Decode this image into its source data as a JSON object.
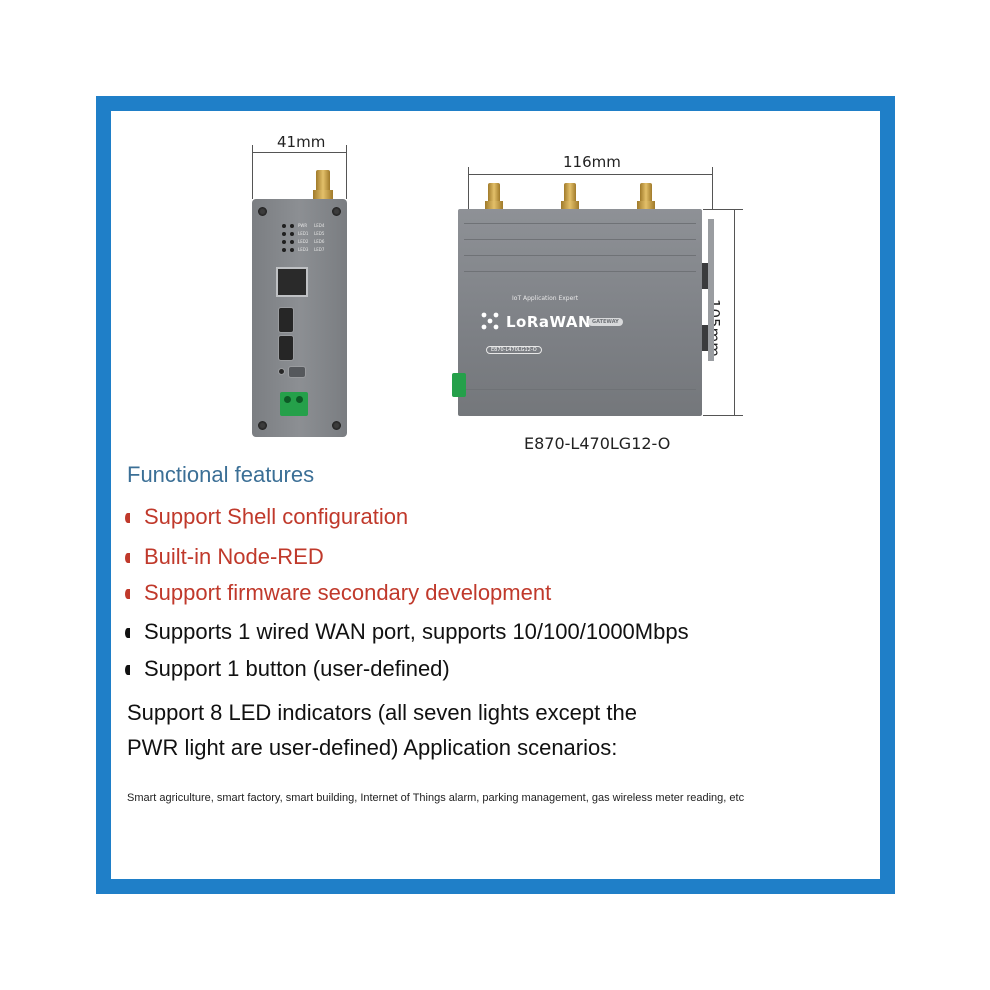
{
  "figure": {
    "width_label": "41mm",
    "length_label": "116mm",
    "height_label": "105mm",
    "model_caption": "E870-L470LG12-O",
    "device_brand_sub": "IoT Application Expert",
    "device_brand": "LoRaWAN",
    "device_badge": "GATEWAY",
    "device_model": "E870-L470LG12-O",
    "led_labels_left": [
      "PWR",
      "LED1",
      "LED2",
      "LED3"
    ],
    "led_labels_right": [
      "LED4",
      "LED5",
      "LED6",
      "LED7"
    ]
  },
  "features": {
    "heading": "Functional features",
    "items": [
      {
        "text": "Support Shell configuration",
        "style": "red"
      },
      {
        "text": "Built-in Node-RED",
        "style": "red"
      },
      {
        "text": "Support firmware secondary development",
        "style": "red"
      },
      {
        "text": "Supports 1 wired WAN port, supports 10/100/1000Mbps",
        "style": "dark"
      },
      {
        "text": "Support 1 button (user-defined)",
        "style": "dark"
      }
    ],
    "paragraph_line1": "Support 8 LED indicators (all seven lights except the",
    "paragraph_line2": "PWR light are user-defined) Application scenarios:",
    "scenarios": "Smart agriculture, smart factory, smart building, Internet of Things alarm, parking management, gas wireless meter reading, etc"
  },
  "colors": {
    "frame": "#1f7fc8",
    "heading": "#3b6f96",
    "highlight": "#c0392b"
  }
}
